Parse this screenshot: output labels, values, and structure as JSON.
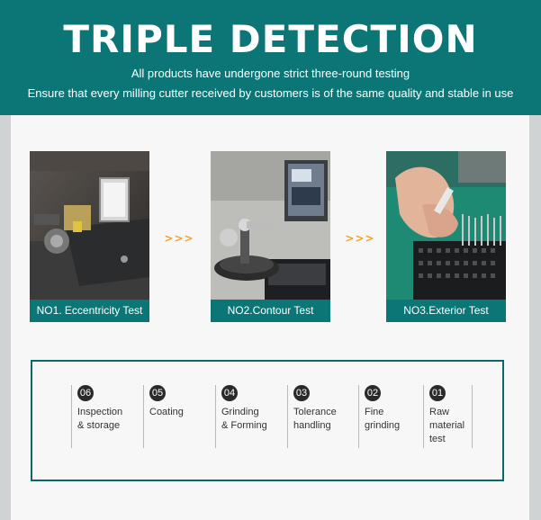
{
  "header": {
    "title": "TRIPLE DETECTION",
    "subtitle_1": "All products have undergone strict three-round testing",
    "subtitle_2": "Ensure that every milling cutter received by customers is of the same quality and stable in use"
  },
  "tests": [
    {
      "label": "NO1. Eccentricity Test",
      "image": "eccentricity-test-machine-photo"
    },
    {
      "label": "NO2.Contour Test",
      "image": "contour-test-station-photo"
    },
    {
      "label": "NO3.Exterior Test",
      "image": "exterior-inspection-hands-photo"
    }
  ],
  "arrow_text": ">>>",
  "steps": [
    {
      "num": "06",
      "text": "Inspection\n& storage"
    },
    {
      "num": "05",
      "text": "Coating"
    },
    {
      "num": "04",
      "text": "Grinding\n& Forming"
    },
    {
      "num": "03",
      "text": "Tolerance\nhandling"
    },
    {
      "num": "02",
      "text": "Fine\ngrinding"
    },
    {
      "num": "01",
      "text": "Raw\nmaterial\ntest"
    }
  ],
  "colors": {
    "brand_teal": "#0c7677",
    "arrow_orange": "#f2a22c",
    "background_gray": "#cfd3d3",
    "panel": "#f7f7f7"
  }
}
